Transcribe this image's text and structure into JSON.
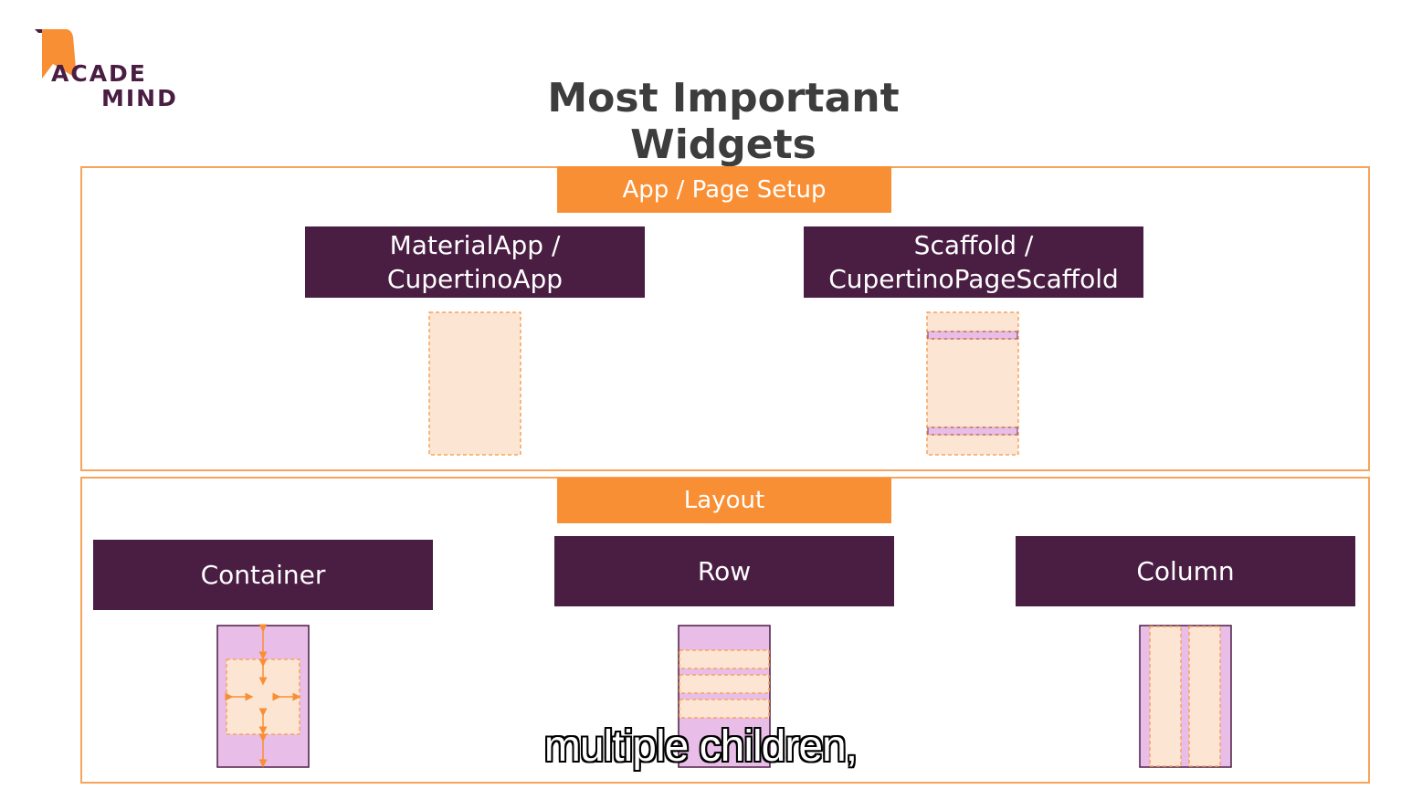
{
  "logo": {
    "line1": "ACADE",
    "line2": "MIND",
    "brand_color": "#4a1d43",
    "accent_color": "#f98f35"
  },
  "title": "Most Important Widgets",
  "sections": [
    {
      "label": "App / Page Setup",
      "widgets": [
        "MaterialApp / CupertinoApp",
        "Scaffold / CupertinoPageScaffold"
      ]
    },
    {
      "label": "Layout",
      "widgets": [
        "Container",
        "Row",
        "Column"
      ]
    }
  ],
  "widgets": {
    "material_line1": "MaterialApp /",
    "material_line2": "CupertinoApp",
    "scaffold_line1": "Scaffold /",
    "scaffold_line2": "CupertinoPageScaffold",
    "container": "Container",
    "row": "Row",
    "column": "Column"
  },
  "caption": "multiple children,",
  "colors": {
    "section_border": "#f7a45a",
    "label_bg": "#f98f35",
    "widget_bg": "#4a1d43",
    "illus_fill": "#fde5d4",
    "illus_purple": "#e8bde8"
  }
}
